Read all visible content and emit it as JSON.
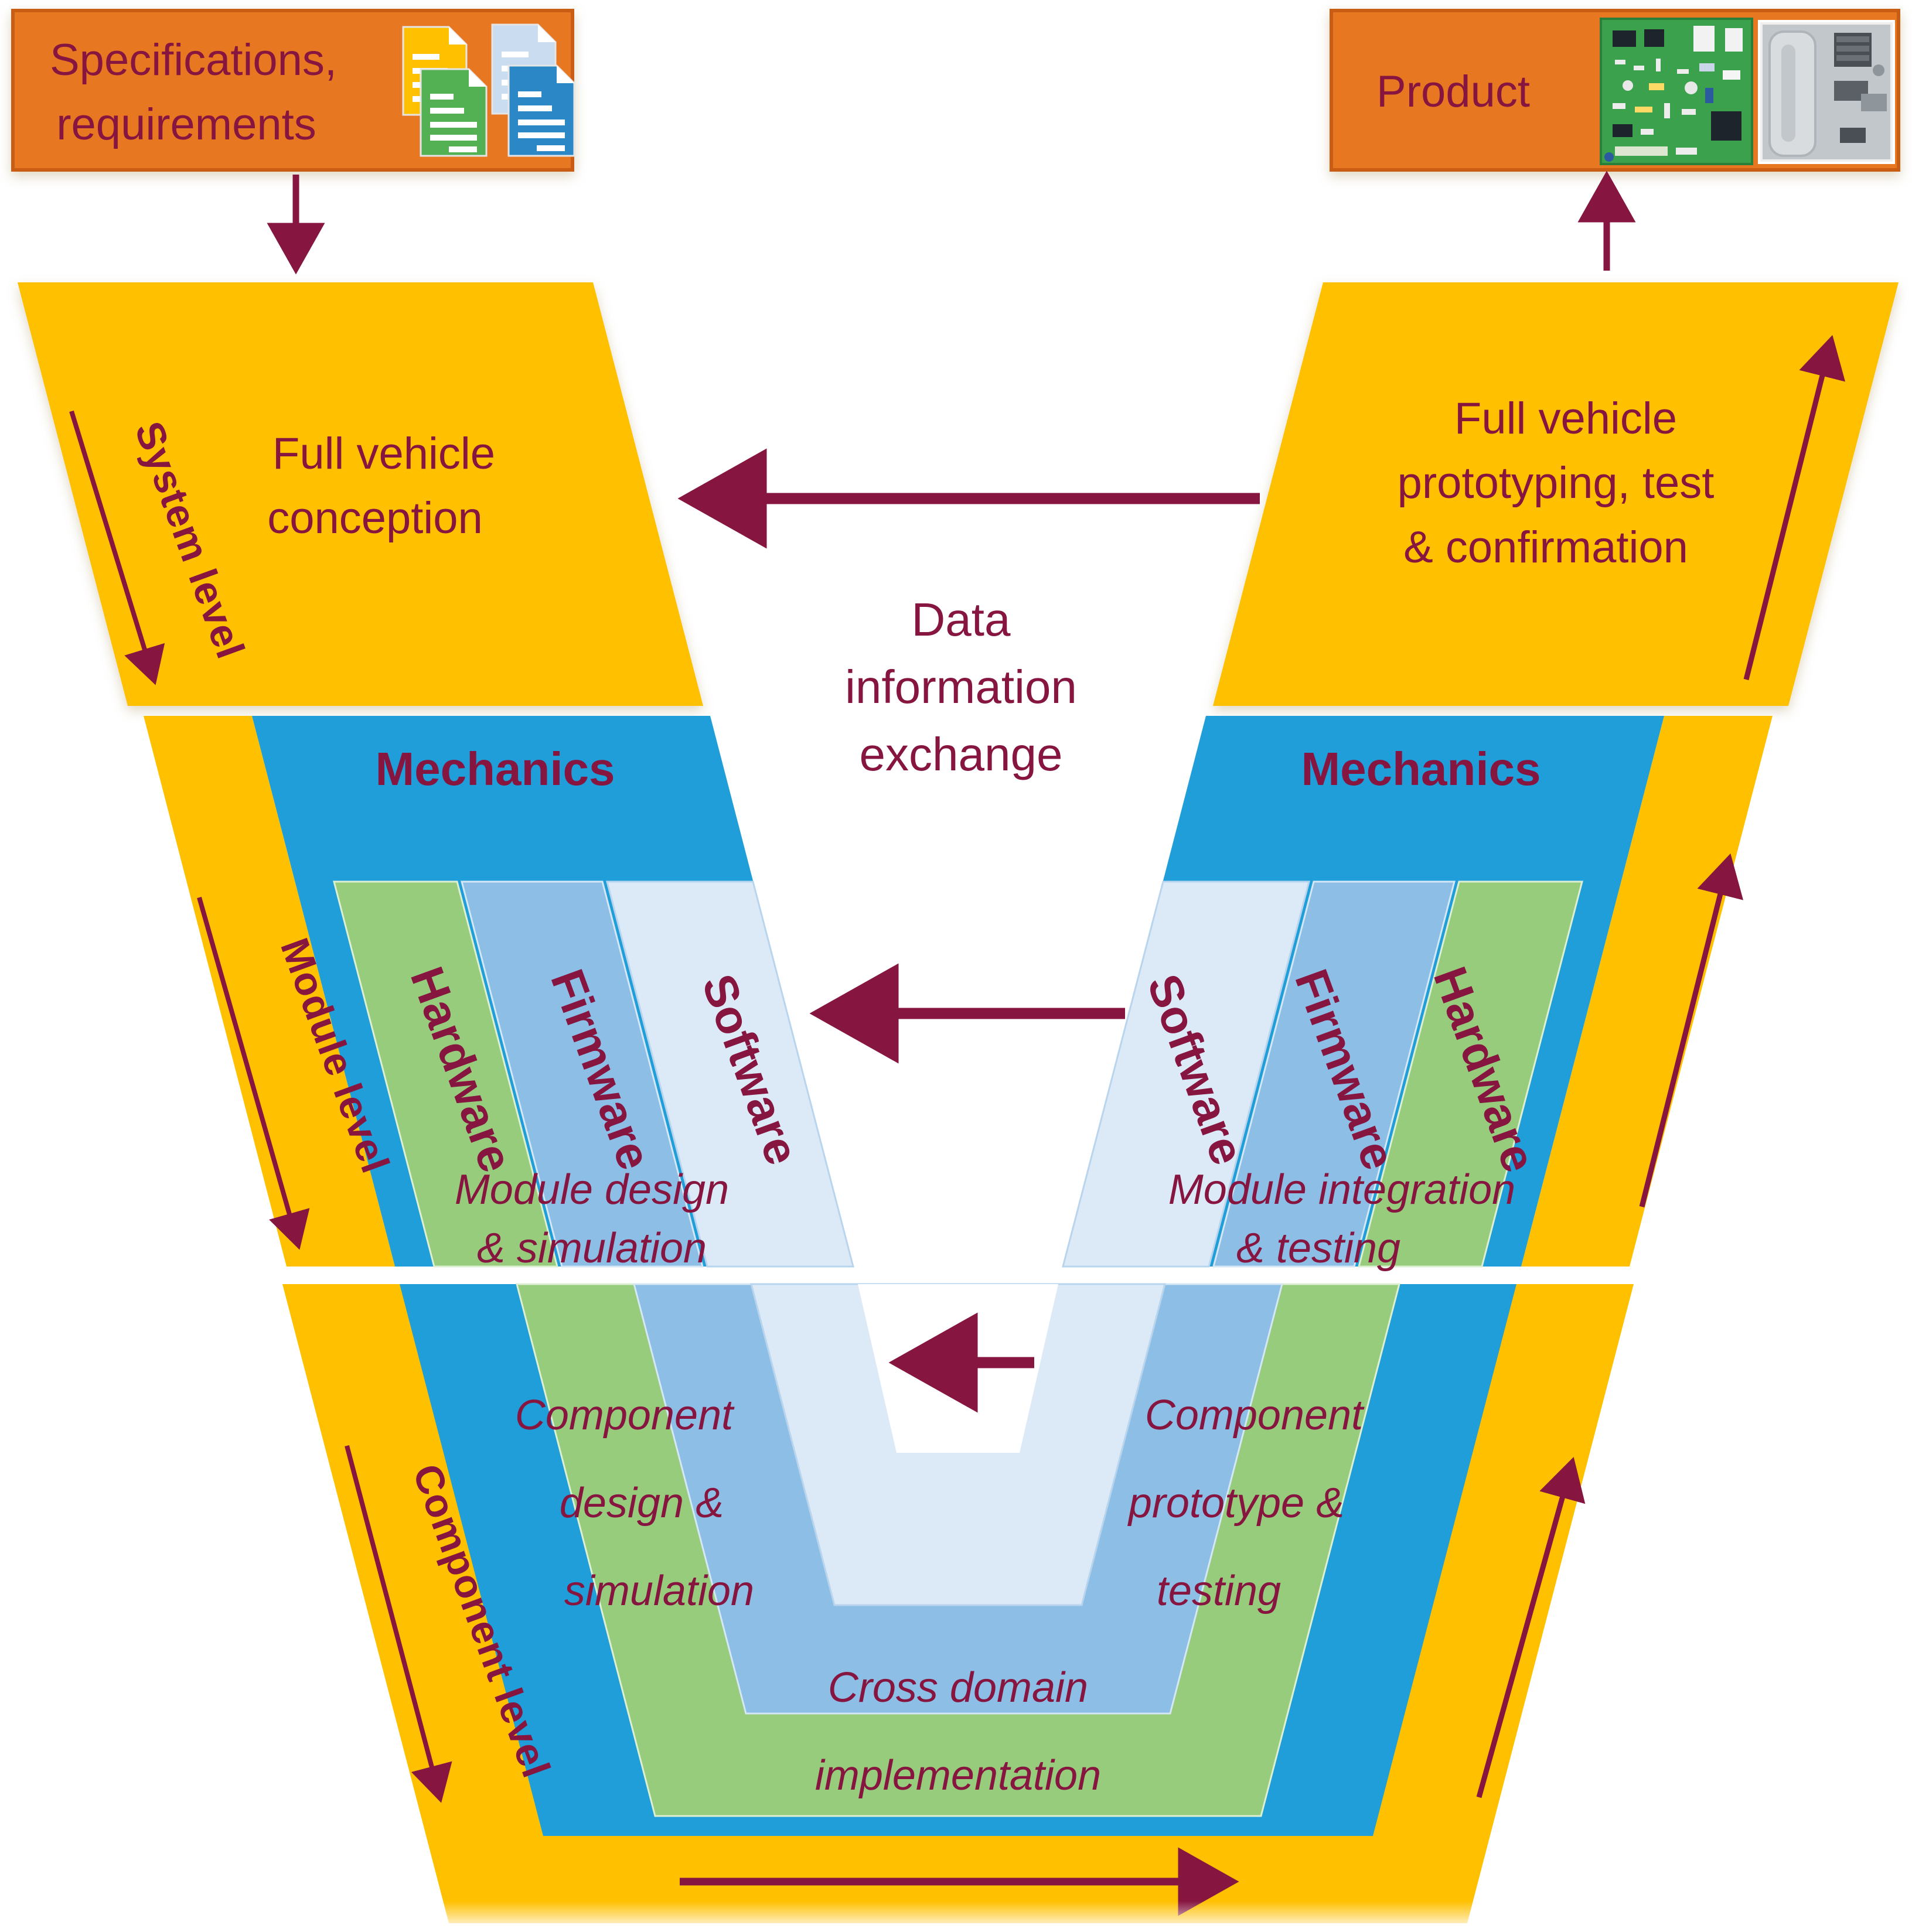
{
  "colors": {
    "orange": "#E87722",
    "orange_border": "#C95D14",
    "maroon": "#861540",
    "yellow": "#FFC000",
    "mechanics_blue": "#1F9ED9",
    "hardware_green": "#97CC7D",
    "firmware_blue": "#8DBEE6",
    "software_blue": "#DCE9F6",
    "doc_yellow": "#FFC000",
    "doc_lightblue": "#C9DCF0",
    "doc_green": "#53B053",
    "doc_blue": "#2C87C6",
    "pcb_green": "#3BA14C",
    "ecu_gray": "#C2C7CB"
  },
  "top": {
    "specs_line1": "Specifications,",
    "specs_line2": "requirements",
    "product_label": "Product"
  },
  "center_note": {
    "line1": "Data",
    "line2": "information",
    "line3": "exchange"
  },
  "levels": {
    "system": "System level",
    "module": "Module level",
    "component": "Component level"
  },
  "system": {
    "left_line1": "Full vehicle",
    "left_line2": "conception",
    "right_line1": "Full vehicle",
    "right_line2": "prototyping, test",
    "right_line3": "& confirmation"
  },
  "module": {
    "mechanics": "Mechanics",
    "hardware": "Hardware",
    "firmware": "Firmware",
    "software": "Software",
    "left_caption_line1": "Module design",
    "left_caption_line2": "& simulation",
    "right_caption_line1": "Module integration",
    "right_caption_line2": "& testing"
  },
  "component": {
    "left_caption_line1": "Component",
    "left_caption_line2": "design &",
    "left_caption_line3": "simulation",
    "right_caption_line1": "Component",
    "right_caption_line2": "prototype &",
    "right_caption_line3": "testing",
    "bottom_caption_line1": "Cross domain",
    "bottom_caption_line2": "implementation"
  }
}
